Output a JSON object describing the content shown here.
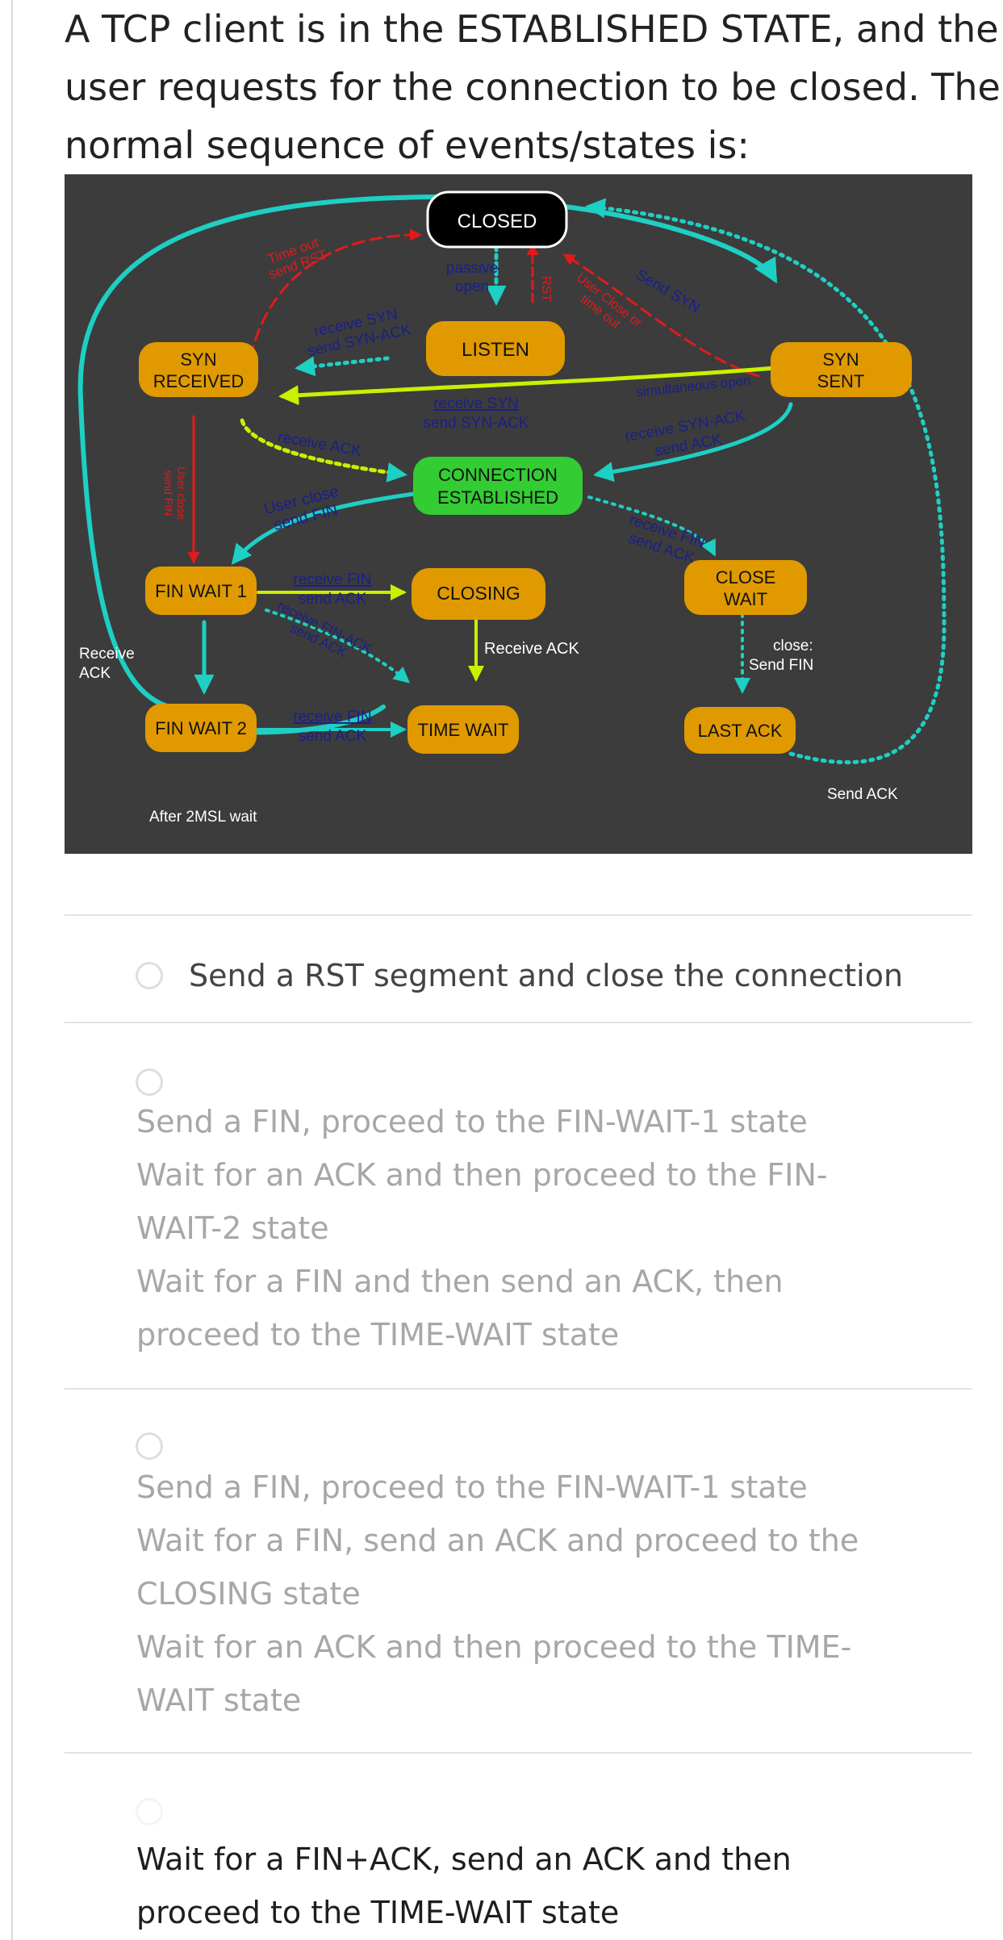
{
  "question": {
    "lines": [
      "A TCP client is in the ESTABLISHED STATE, and the",
      "user requests for the connection to be closed. The",
      "normal sequence of events/states is:"
    ]
  },
  "diagram": {
    "states": {
      "closed": "CLOSED",
      "listen": "LISTEN",
      "syn_received": [
        "SYN",
        "RECEIVED"
      ],
      "syn_sent": [
        "SYN",
        "SENT"
      ],
      "established": [
        "CONNECTION",
        "ESTABLISHED"
      ],
      "fin_wait_1": "FIN WAIT 1",
      "fin_wait_2": "FIN WAIT 2",
      "closing": "CLOSING",
      "time_wait": "TIME WAIT",
      "close_wait": [
        "CLOSE",
        "WAIT"
      ],
      "last_ack": "LAST ACK"
    },
    "labels": {
      "passive_open": [
        "passive",
        "open"
      ],
      "timeout_rst": [
        "Time out",
        "send RST"
      ],
      "send_syn": "Send SYN",
      "user_close_top": [
        "User Close or",
        "time out"
      ],
      "rst": "RST",
      "recv_syn_send_synack": [
        "receive SYN",
        "send SYN-ACK"
      ],
      "recv_syn_mid": [
        "receive SYN",
        "send SYN-ACK"
      ],
      "simultaneous_open": "simultaneous open",
      "recv_synack_send_ack": [
        "receive SYN-ACK",
        "send ACK"
      ],
      "receive_ack": "receive ACK",
      "user_close_send_fin": [
        "User close",
        "send FIN"
      ],
      "user_close_left": [
        "User close",
        "send FIN"
      ],
      "recv_fin_send_ack_right": [
        "receive FIN",
        "send ACK"
      ],
      "recv_fin_send_ack_fw1": [
        "receive FIN",
        "send ACK"
      ],
      "recv_finack_send_ack": [
        "receive FIN-ACK",
        "send ACK"
      ],
      "receive_ack_closing": "Receive ACK",
      "receive_ack_left": [
        "Receive",
        "ACK"
      ],
      "recv_fin_send_ack_fw2": [
        "receive FIN",
        "send ACK"
      ],
      "close_send_fin": [
        "close:",
        "Send FIN"
      ],
      "send_ack": "Send ACK",
      "after_2msl": "After 2MSL wait"
    },
    "colors": {
      "background": "#3c3c3c",
      "state_fill": "#e09a00",
      "established_fill": "#33cc33",
      "closed_fill": "#000000",
      "teal": "#1ecfc3",
      "lime": "#c8f000",
      "red": "#e01b1b",
      "label_blue": "#1a1f8c",
      "label_white": "#ffffff"
    }
  },
  "options": [
    {
      "lines": [
        "Send a RST segment and close the connection"
      ]
    },
    {
      "lines": [
        "Send a FIN, proceed to the FIN-WAIT-1 state",
        "Wait for an ACK and then proceed to the FIN-",
        "WAIT-2 state",
        "Wait for a FIN and then send an ACK, then",
        "proceed to the TIME-WAIT state"
      ]
    },
    {
      "lines": [
        "Send a FIN, proceed to the FIN-WAIT-1 state",
        "Wait for a FIN, send an ACK and proceed to the",
        "CLOSING state",
        "Wait for an ACK and then proceed to the TIME-",
        "WAIT state"
      ]
    },
    {
      "lines": [
        "Wait for a FIN+ACK, send an ACK and then",
        "proceed to the TIME-WAIT state"
      ]
    }
  ]
}
